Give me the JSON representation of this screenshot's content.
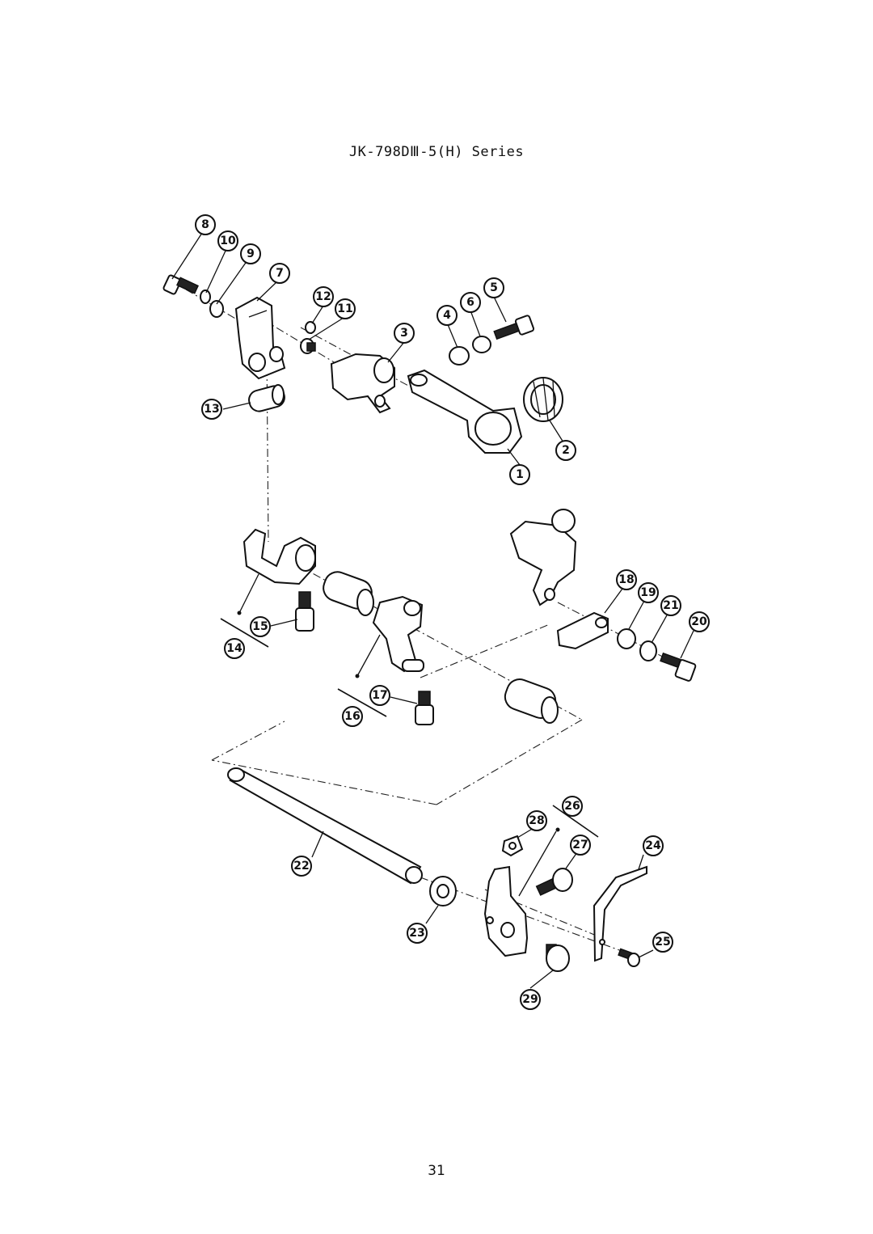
{
  "header": {
    "series_title": "JK-798DⅢ-5(H) Series"
  },
  "footer": {
    "page_number": "31"
  },
  "diagram": {
    "callouts": [
      "1",
      "2",
      "3",
      "4",
      "5",
      "6",
      "7",
      "8",
      "9",
      "10",
      "11",
      "12",
      "13",
      "14",
      "15",
      "16",
      "17",
      "18",
      "19",
      "20",
      "21",
      "22",
      "23",
      "24",
      "25",
      "26",
      "27",
      "28",
      "29"
    ]
  }
}
